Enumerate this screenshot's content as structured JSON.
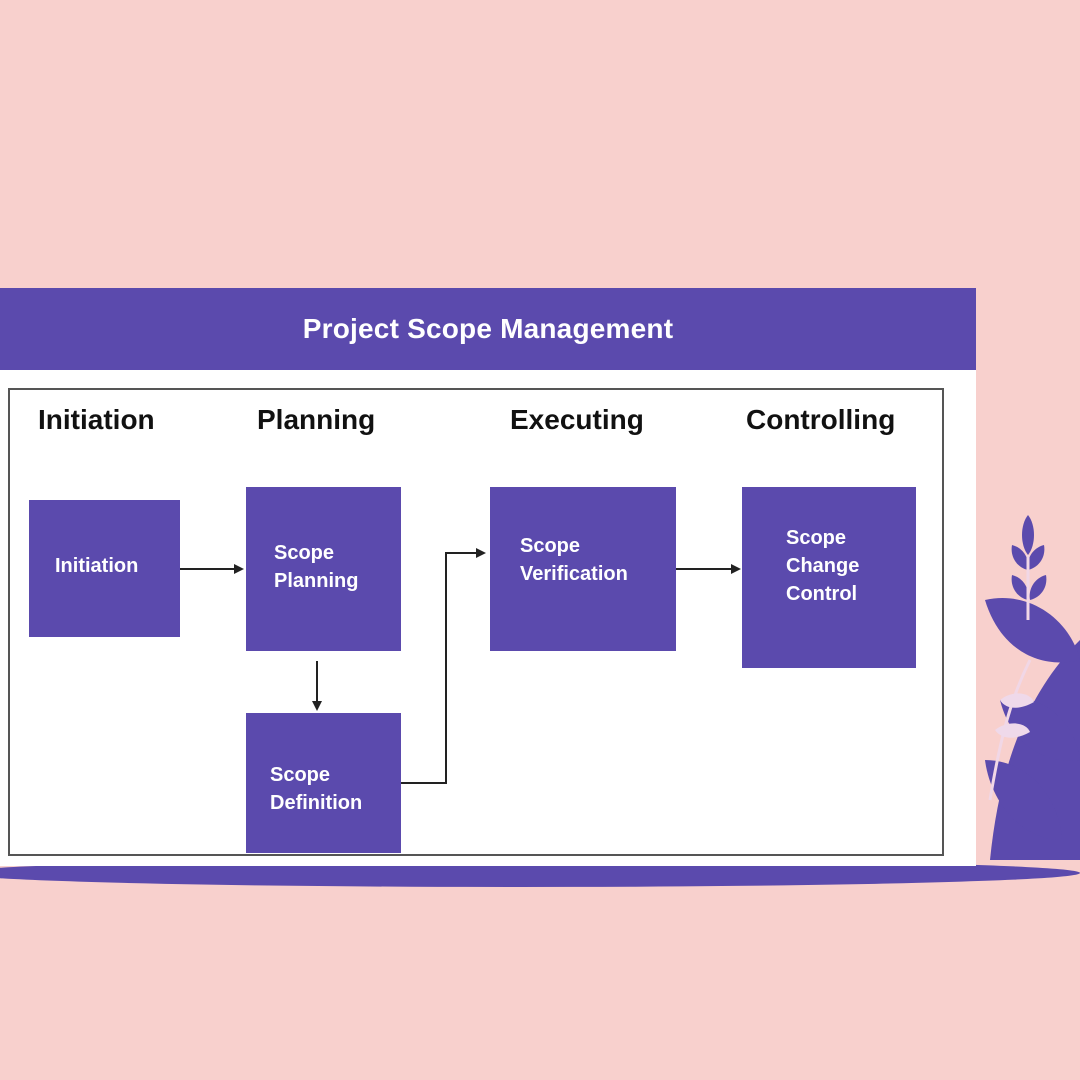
{
  "diagram": {
    "title": "Project Scope Management",
    "phases": {
      "initiation": "Initiation",
      "planning": "Planning",
      "executing": "Executing",
      "controlling": "Controlling"
    },
    "steps": {
      "initiation": [
        "Initiation"
      ],
      "scope_planning": [
        "Scope",
        "Planning"
      ],
      "scope_definition": [
        "Scope",
        "Definition"
      ],
      "scope_verification": [
        "Scope",
        "Verification"
      ],
      "scope_change_control": [
        "Scope",
        "Change",
        "Control"
      ]
    }
  },
  "colors": {
    "background": "#f8d0cd",
    "accent": "#5b4aad",
    "box_text": "#ffffff",
    "frame": "#555555"
  },
  "decoration": [
    "leaf-plant-icon"
  ]
}
